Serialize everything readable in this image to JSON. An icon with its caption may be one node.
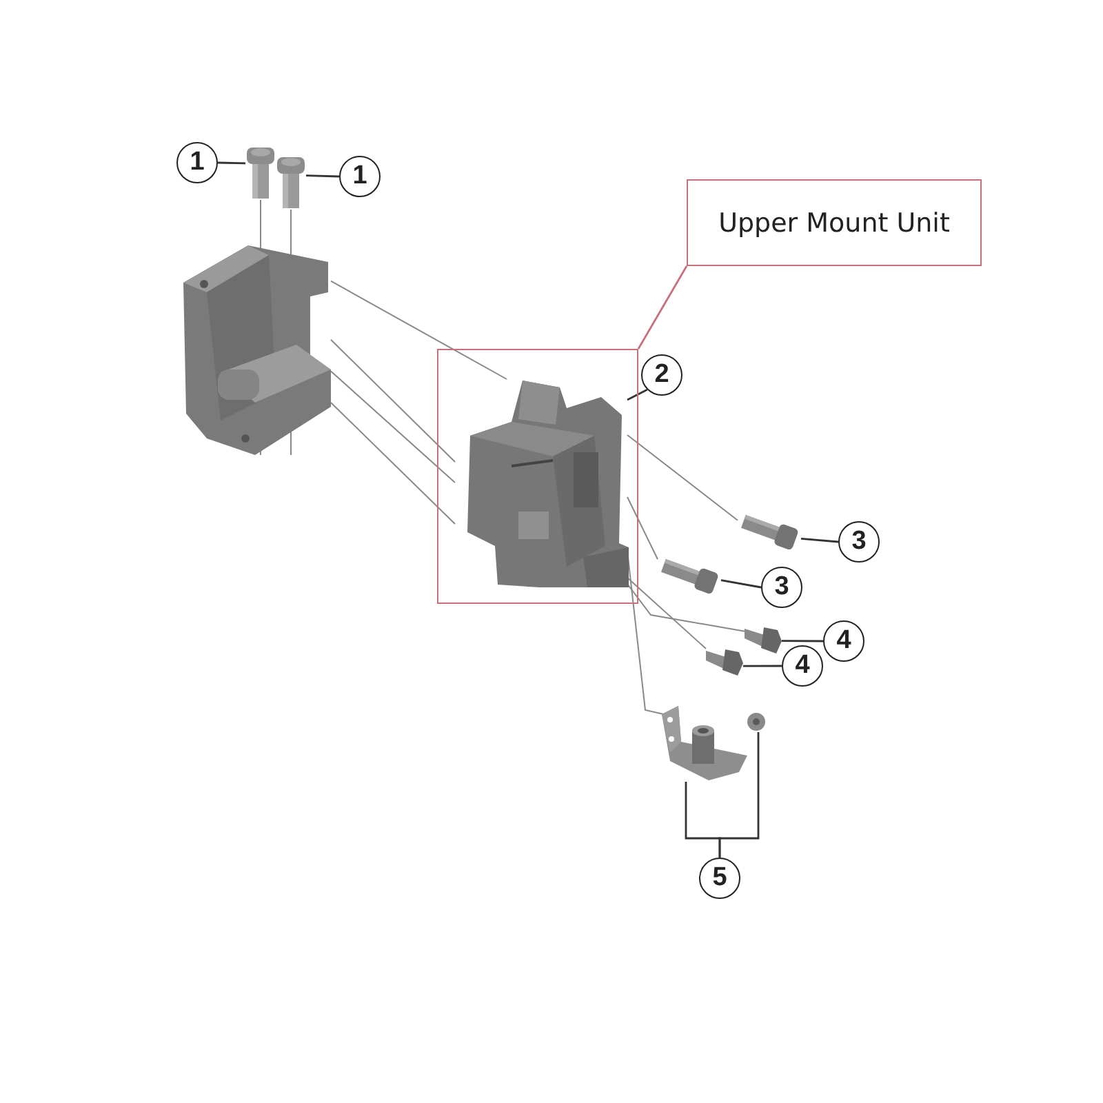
{
  "diagram": {
    "nodes": [
      {
        "text": [
          "1"
        ]
      },
      {
        "text": [],
        "shape": "picture"
      },
      {
        "text": [
          "1"
        ]
      },
      {
        "text": [],
        "shape": "picture"
      },
      {
        "text": [
          "Upper Mount Unit"
        ]
      },
      {
        "text": [],
        "shape": "box"
      },
      {
        "text": [
          "2"
        ]
      },
      {
        "text": [],
        "shape": "picture",
        "in": 5
      },
      {
        "text": [
          "3"
        ]
      },
      {
        "text": [],
        "shape": "picture"
      },
      {
        "text": [
          "3"
        ]
      },
      {
        "text": [],
        "shape": "picture"
      },
      {
        "text": [
          "4"
        ]
      },
      {
        "text": [],
        "shape": "picture"
      },
      {
        "text": [
          "4"
        ]
      },
      {
        "text": [],
        "shape": "picture"
      },
      {
        "text": [
          "5"
        ]
      },
      {
        "text": [],
        "shape": "picture"
      },
      {
        "text": [],
        "shape": "picture"
      },
      {
        "text": [],
        "shape": "picture"
      }
    ],
    "edges": [
      {
        "from": 0,
        "to": 1,
        "arrow": "none"
      },
      {
        "from": 2,
        "to": 3,
        "arrow": "none"
      },
      {
        "from": 4,
        "to": 5,
        "arrow": "none",
        "color": "#c8707c"
      },
      {
        "from": 6,
        "to": 7,
        "arrow": "none"
      },
      {
        "from": 8,
        "to": 9,
        "arrow": "none"
      },
      {
        "from": 10,
        "to": 11,
        "arrow": "none"
      },
      {
        "from": 12,
        "to": 13,
        "arrow": "none"
      },
      {
        "from": 14,
        "to": 15,
        "arrow": "none"
      },
      {
        "from": 16,
        "to": 17,
        "arrow": "none"
      },
      {
        "from": 16,
        "to": 18,
        "arrow": "none"
      },
      {
        "from": 1,
        "to": 19,
        "arrow": "none",
        "color": "#888888"
      },
      {
        "from": 3,
        "to": 19,
        "arrow": "none",
        "color": "#888888"
      },
      {
        "from": 19,
        "to": 7,
        "arrow": "none",
        "color": "#888888"
      },
      {
        "from": 19,
        "to": 7,
        "arrow": "none",
        "color": "#888888"
      },
      {
        "from": 19,
        "to": 7,
        "arrow": "none",
        "color": "#888888"
      },
      {
        "from": 19,
        "to": 7,
        "arrow": "none",
        "color": "#888888"
      },
      {
        "from": 7,
        "to": 9,
        "arrow": "none",
        "color": "#888888"
      },
      {
        "from": 7,
        "to": 11,
        "arrow": "none",
        "color": "#888888"
      },
      {
        "from": 7,
        "to": 13,
        "arrow": "none",
        "color": "#888888"
      },
      {
        "from": 7,
        "to": 15,
        "arrow": "none",
        "color": "#888888"
      },
      {
        "from": 7,
        "to": 17,
        "arrow": "none",
        "color": "#888888"
      }
    ]
  }
}
